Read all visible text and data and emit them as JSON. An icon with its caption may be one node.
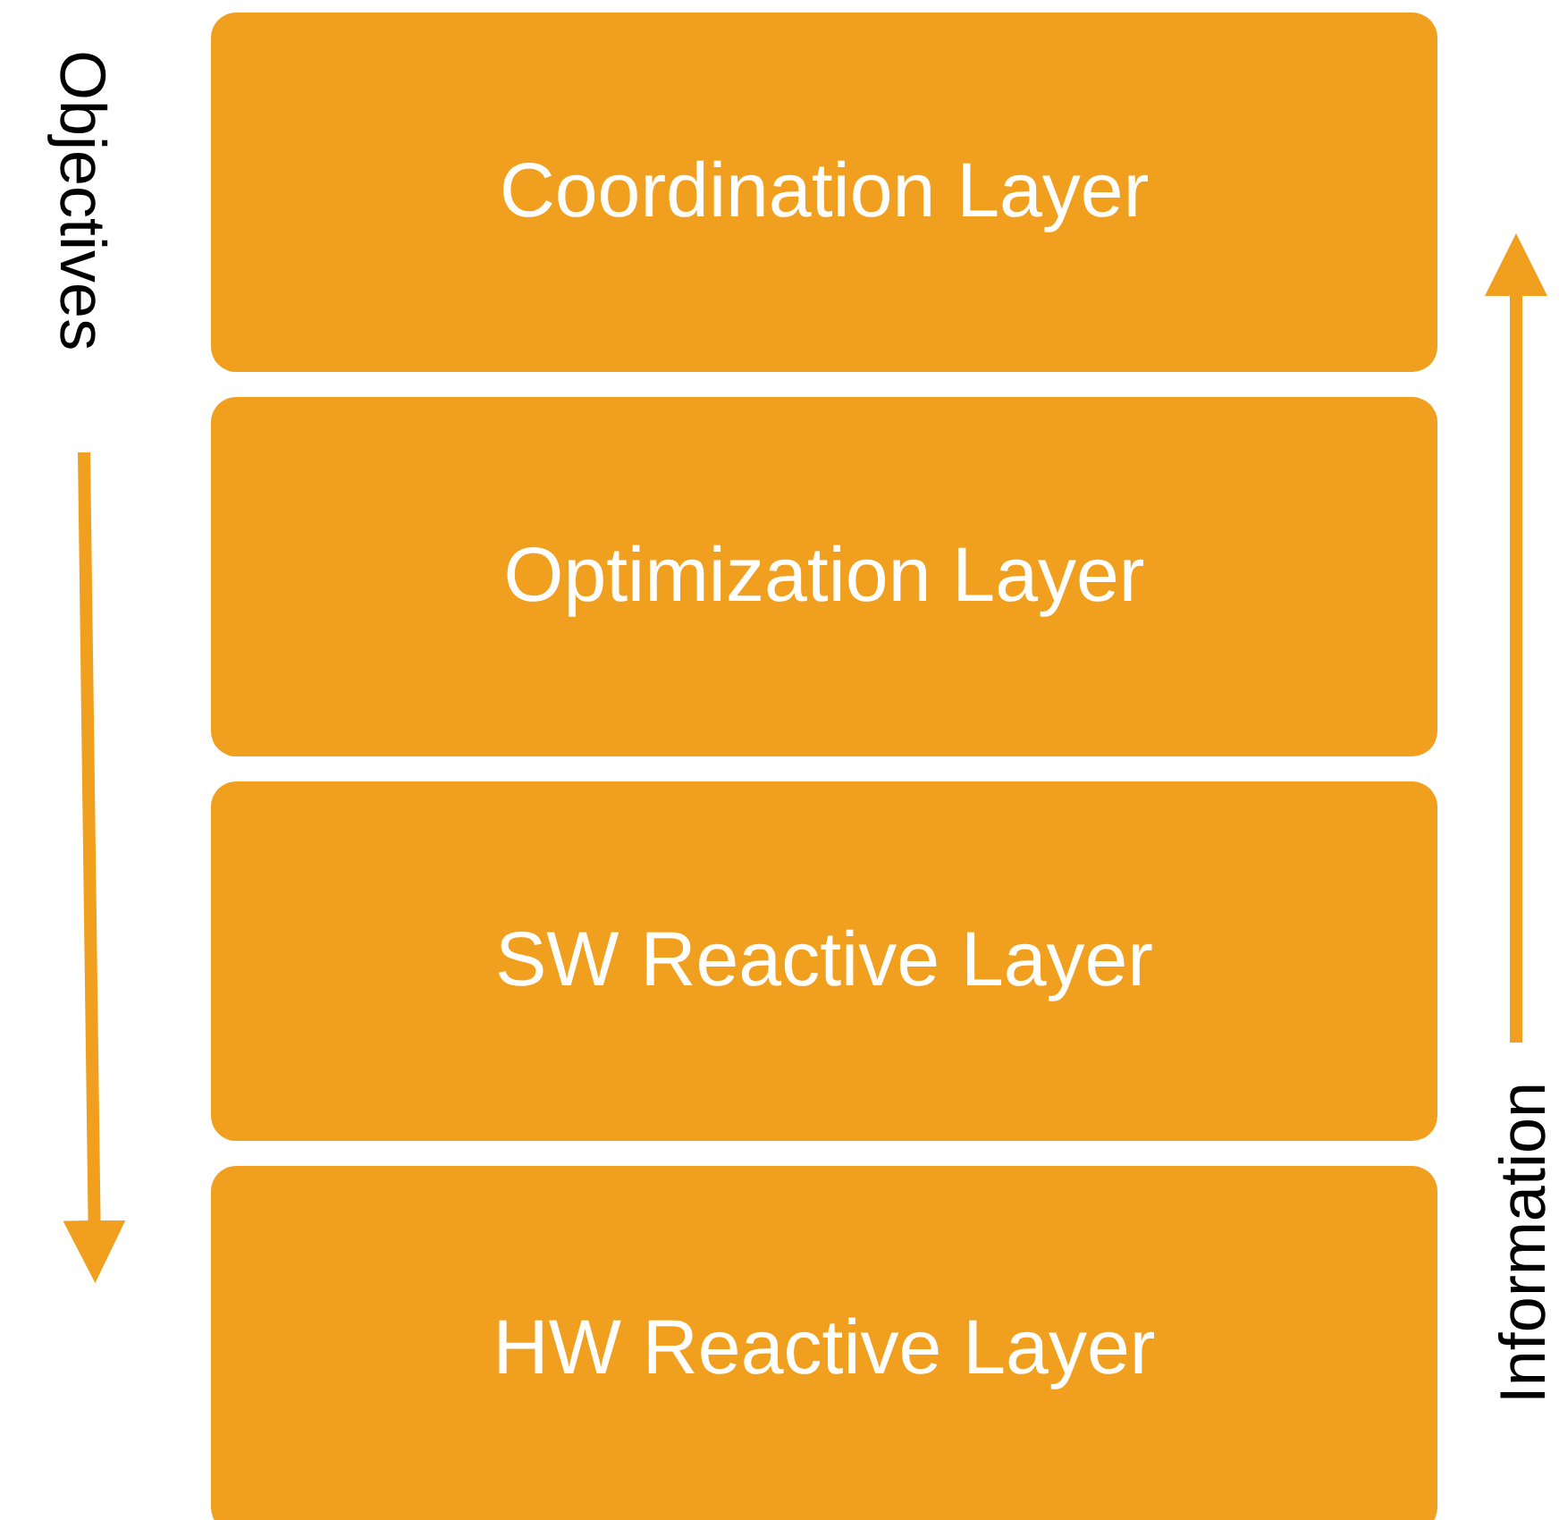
{
  "diagram": {
    "nodes": [
      {
        "text": [
          "Coordination Layer"
        ]
      },
      {
        "text": [
          "Optimization Layer"
        ]
      },
      {
        "text": [
          "SW Reactive Layer"
        ]
      },
      {
        "text": [
          "HW Reactive Layer"
        ]
      }
    ],
    "labels": [
      "Objectives",
      "Information"
    ]
  }
}
